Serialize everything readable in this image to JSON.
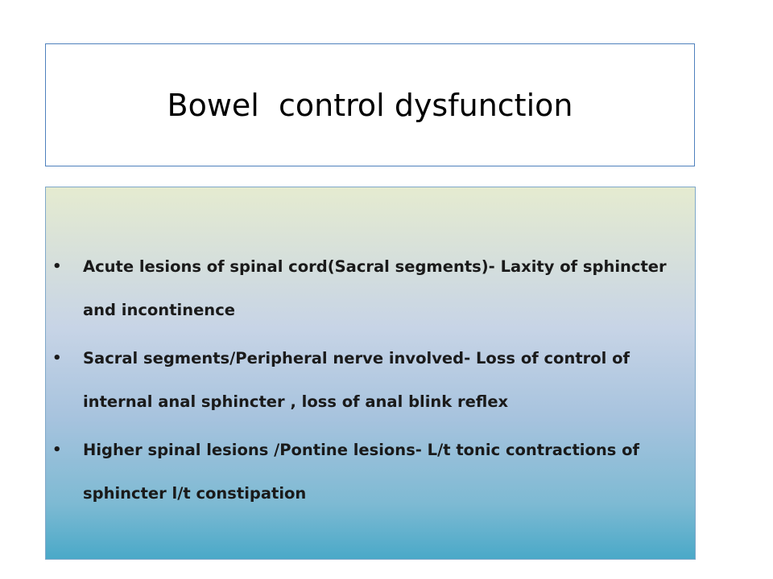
{
  "slide": {
    "title": "Bowel  control dysfunction",
    "bullet_glyph": "•",
    "bullets": [
      {
        "text": " Acute lesions of spinal cord(Sacral segments)- Laxity of sphincter and incontinence"
      },
      {
        "text": "Sacral segments/Peripheral nerve involved- Loss of control of internal anal sphincter , loss of anal blink reflex"
      },
      {
        "text": "Higher spinal lesions /Pontine lesions- L/t tonic contractions of sphincter l/t constipation"
      }
    ]
  },
  "colors": {
    "title_border": "#4f81bd",
    "gradient_top": "#e5ebd0",
    "gradient_bottom": "#4aa9c8"
  }
}
